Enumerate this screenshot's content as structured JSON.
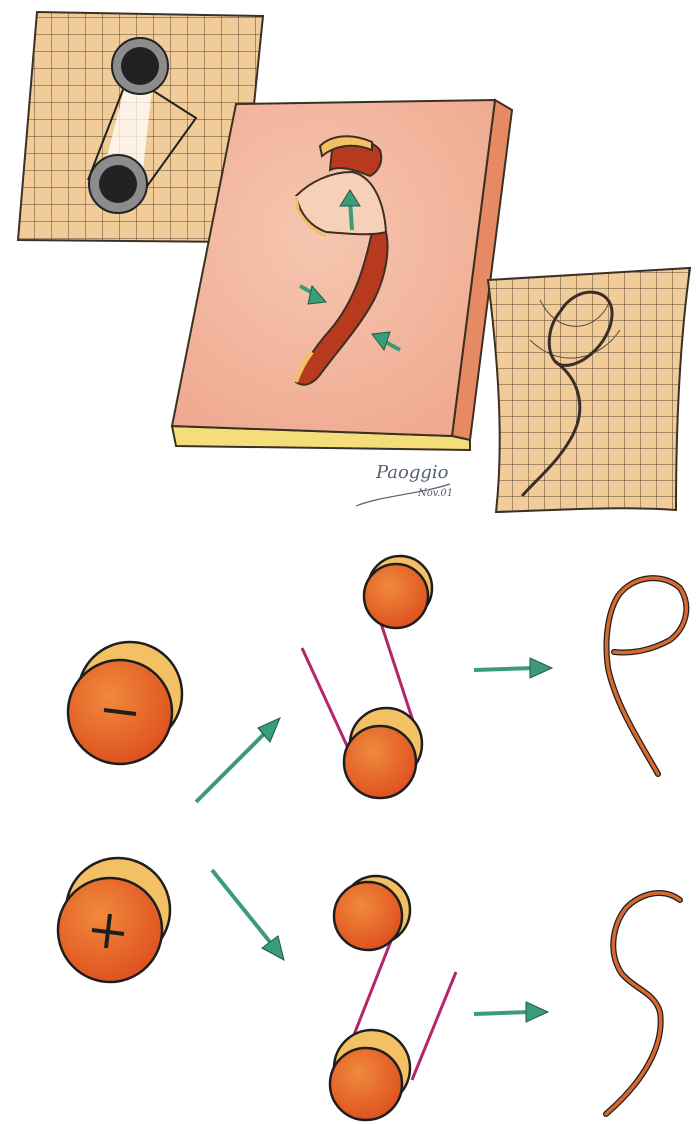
{
  "artist_signature": {
    "name": "Paoggio",
    "date": "Nov.01"
  },
  "colors": {
    "grid_paper": "#f1cc98",
    "grid_line": "#5b4a36",
    "block_top": "#f2b9a2",
    "block_side": "#e68a63",
    "block_bottom": "#f4de79",
    "wound": "#b73a1f",
    "flap": "#f7d0b8",
    "arrow_green": "#3a9c78",
    "disc_orange": "#e55a22",
    "disc_yellow": "#f4c064",
    "suture_line": "#b4266c",
    "scar_line": "#d8682c"
  },
  "icons": {
    "sign_minus": "minus",
    "sign_plus": "plus"
  }
}
